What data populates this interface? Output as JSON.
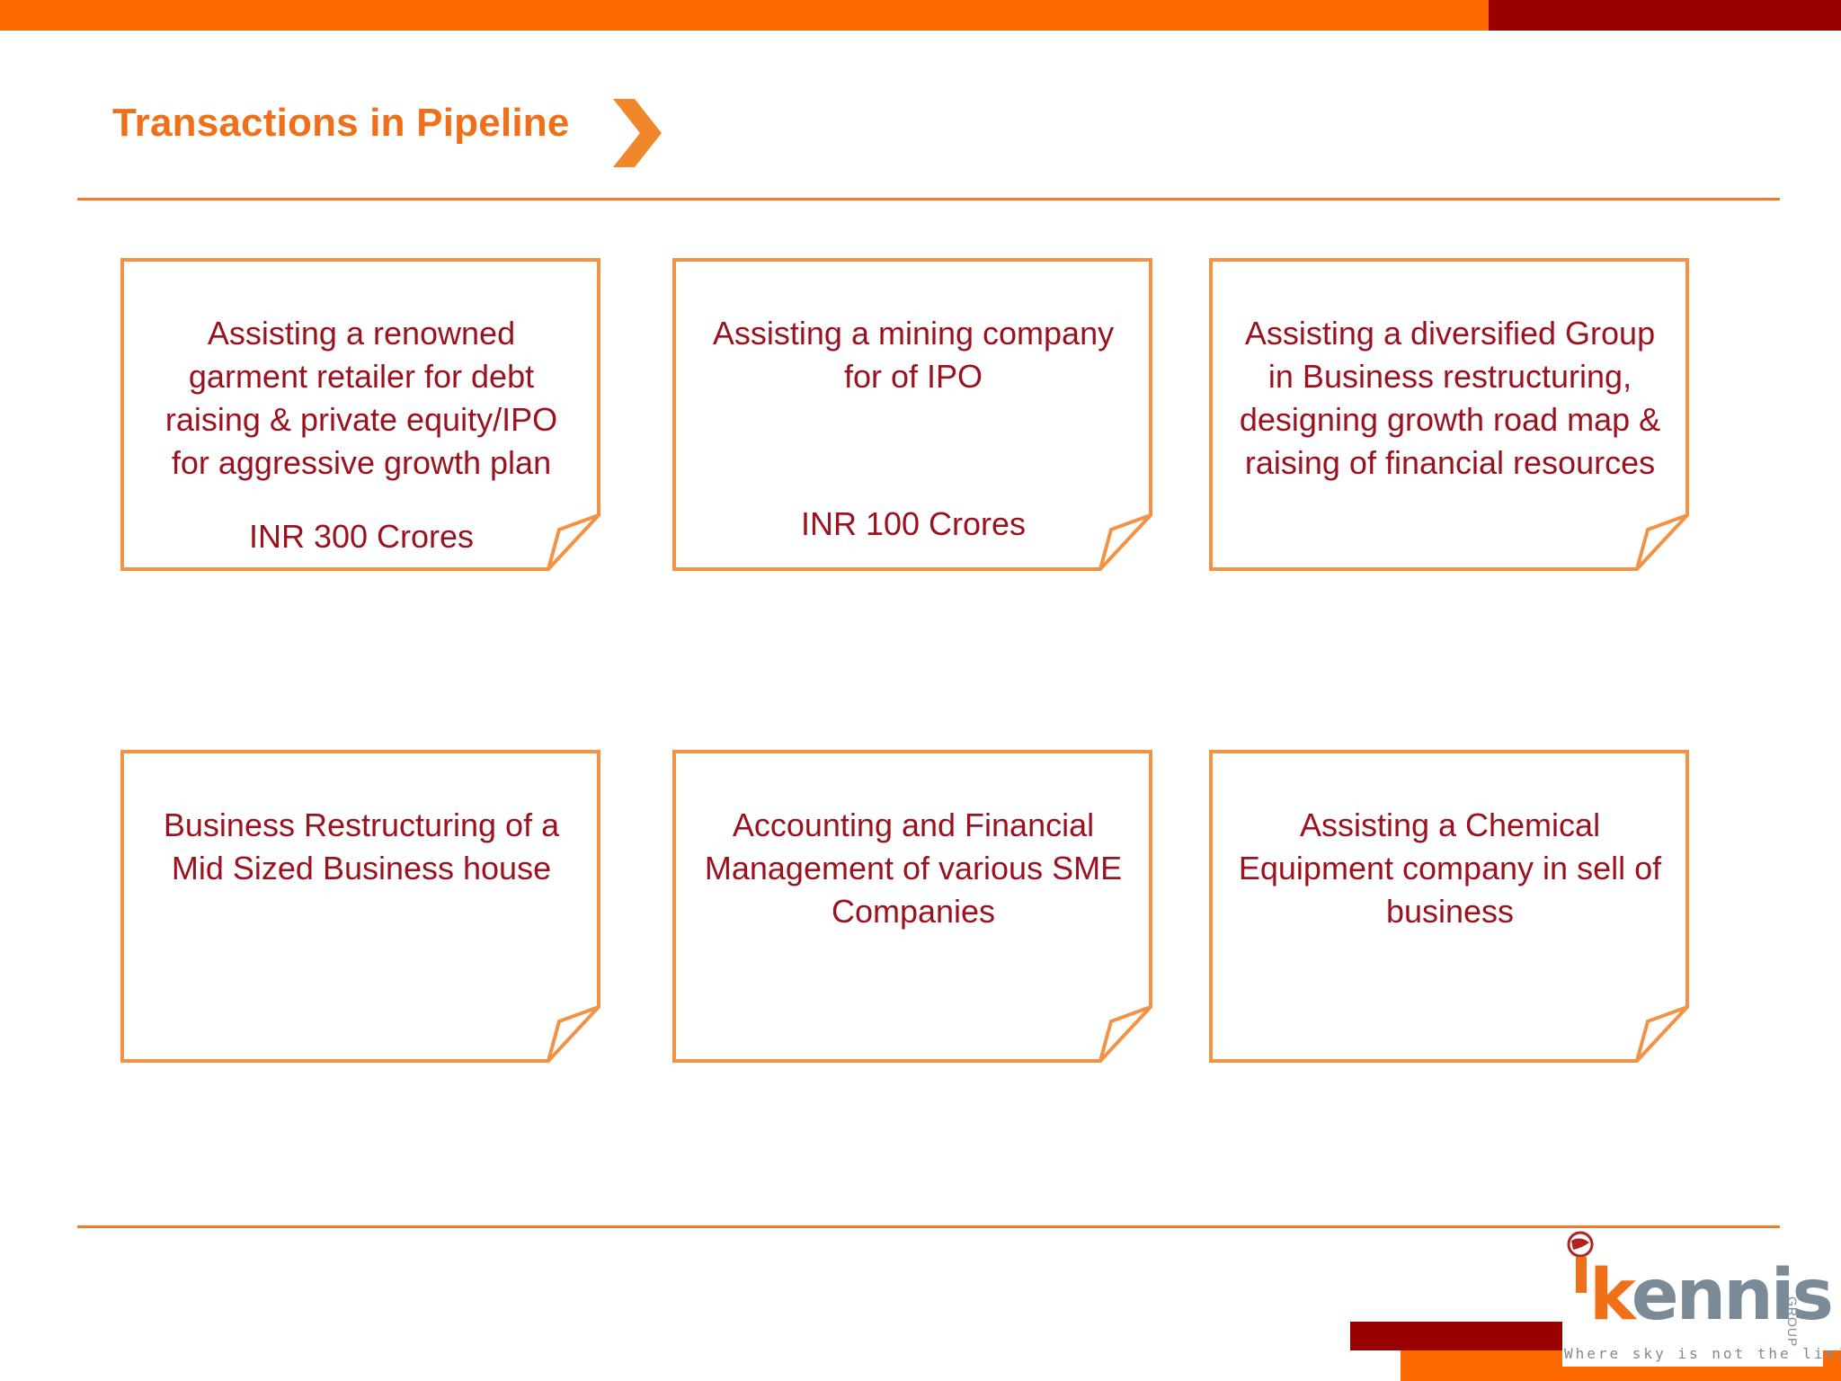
{
  "slide": {
    "title": "Transactions in Pipeline"
  },
  "cards": [
    {
      "text": "Assisting a renowned garment retailer for debt raising & private equity/IPO for aggressive growth plan",
      "amount": "INR 300 Crores"
    },
    {
      "text": "Assisting a mining company for of IPO",
      "amount": "INR 100 Crores"
    },
    {
      "text": "Assisting a diversified Group in Business restructuring, designing growth road map & raising of financial resources",
      "amount": ""
    },
    {
      "text": "Business Restructuring of a Mid Sized Business house",
      "amount": ""
    },
    {
      "text": "Accounting and Financial Management of various SME Companies",
      "amount": ""
    },
    {
      "text": "Assisting a Chemical Equipment company in sell of business",
      "amount": ""
    }
  ],
  "logo": {
    "word_first": "k",
    "word_rest": "ennis",
    "group": "GROUP",
    "tagline": "Where sky is not the limit"
  },
  "colors": {
    "accent_orange": "#ff6a00",
    "accent_red": "#990000",
    "card_border": "#f39244",
    "card_text": "#9b111e",
    "title": "#f07019"
  }
}
